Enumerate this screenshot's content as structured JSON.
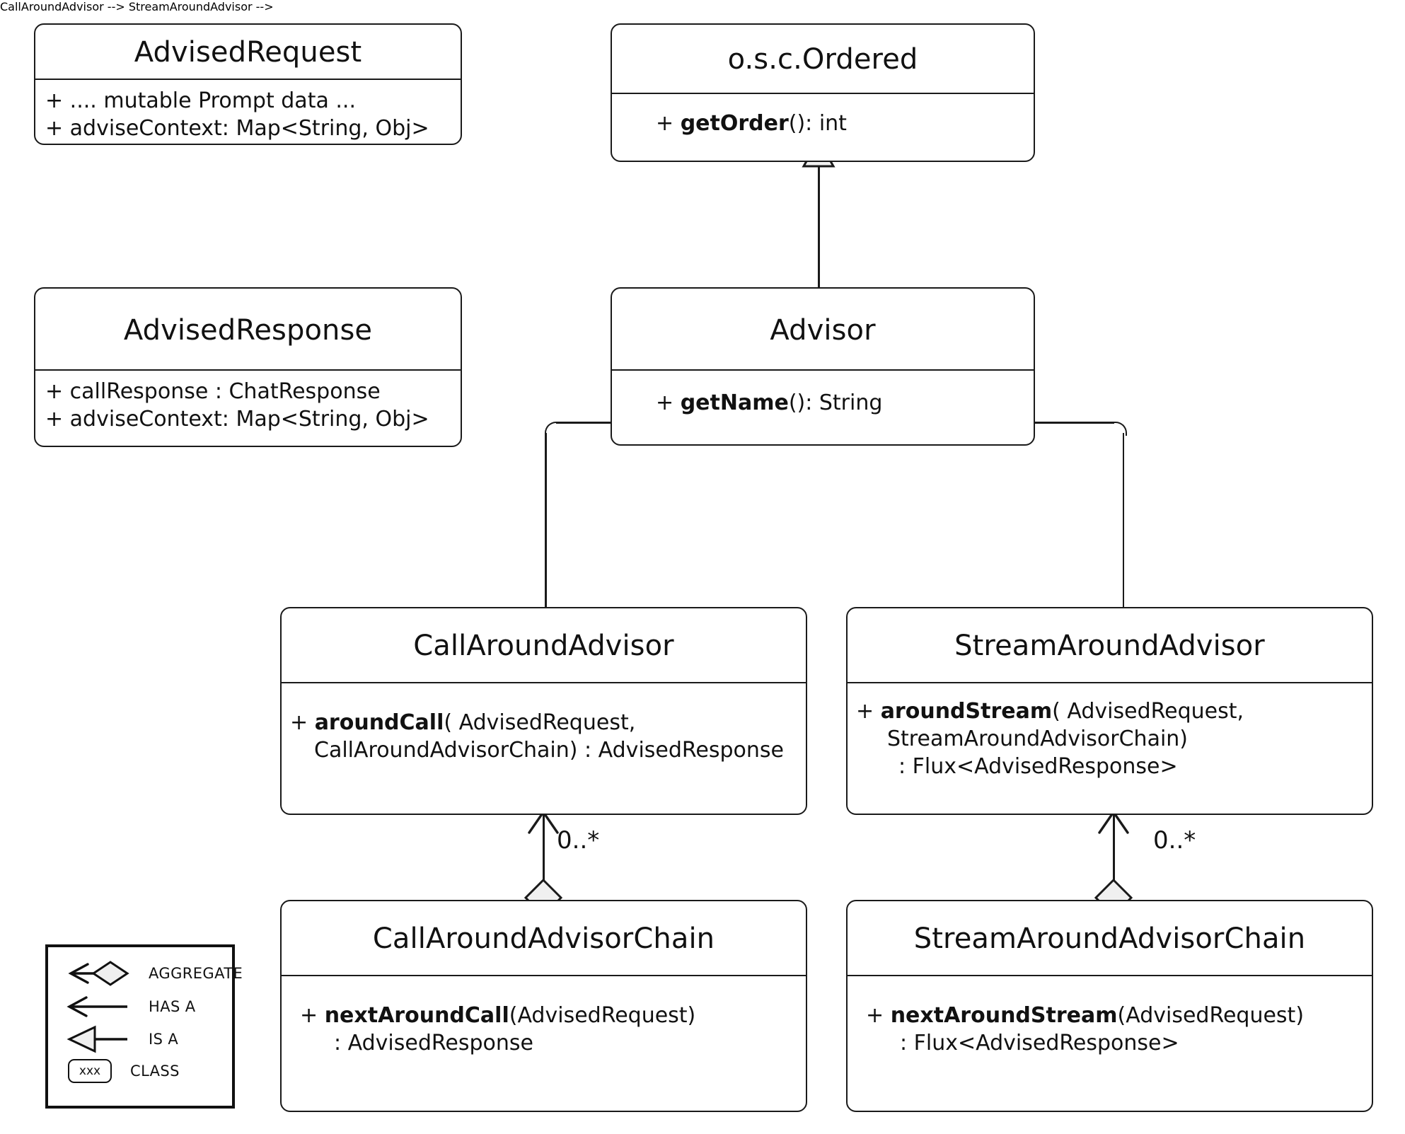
{
  "diagram": {
    "title": "Spring AI Advisor UML class diagram",
    "background_color": "#ffffff",
    "stroke_color": "#1a1a1a",
    "fill_color": "#ffffff",
    "shape_fill_color": "#f0f0f0"
  },
  "classes": [
    {
      "id": "advised-request",
      "name": "AdvisedRequest",
      "members": [
        {
          "text": "+ .... mutable Prompt data ...",
          "bold_prefix": ""
        },
        {
          "text": "+ adviseContext: Map<String, Obj>",
          "bold_prefix": ""
        }
      ]
    },
    {
      "id": "advised-response",
      "name": "AdvisedResponse",
      "members": [
        {
          "text": "+ callResponse : ChatResponse",
          "bold_prefix": ""
        },
        {
          "text": "+ adviseContext: Map<String, Obj>",
          "bold_prefix": ""
        }
      ]
    },
    {
      "id": "osc-ordered",
      "name": "o.s.c.Ordered",
      "members": [
        {
          "prefix": "+ ",
          "bold_prefix": "getOrder",
          "suffix": "(): int"
        }
      ]
    },
    {
      "id": "advisor",
      "name": "Advisor",
      "members": [
        {
          "prefix": "+ ",
          "bold_prefix": "getName",
          "suffix": "(): String"
        }
      ]
    },
    {
      "id": "call-around-advisor",
      "name": "CallAroundAdvisor",
      "members": [
        {
          "prefix": "+ ",
          "bold_prefix": "aroundCall",
          "suffix": "( AdvisedRequest,"
        },
        {
          "indent": "    ",
          "text": "CallAroundAdvisorChain) : AdvisedResponse"
        }
      ]
    },
    {
      "id": "stream-around-advisor",
      "name": "StreamAroundAdvisor",
      "members": [
        {
          "prefix": "+ ",
          "bold_prefix": "aroundStream",
          "suffix": "( AdvisedRequest,"
        },
        {
          "indent": "   ",
          "text": "StreamAroundAdvisorChain)"
        },
        {
          "indent": "     ",
          "text": ": Flux<AdvisedResponse>"
        }
      ]
    },
    {
      "id": "call-around-advisor-chain",
      "name": "CallAroundAdvisorChain",
      "members": [
        {
          "prefix": "+ ",
          "bold_prefix": "nextAroundCall",
          "suffix": "(AdvisedRequest)"
        },
        {
          "indent": "    ",
          "text": ": AdvisedResponse"
        }
      ]
    },
    {
      "id": "stream-around-advisor-chain",
      "name": "StreamAroundAdvisorChain",
      "members": [
        {
          "prefix": "+ ",
          "bold_prefix": "nextAroundStream",
          "suffix": "(AdvisedRequest)"
        },
        {
          "indent": "    ",
          "text": ": Flux<AdvisedResponse>"
        }
      ]
    }
  ],
  "relationships": [
    {
      "id": "advisor-isa-ordered",
      "type": "is-a",
      "from": "Advisor",
      "to": "o.s.c.Ordered",
      "multiplicity": ""
    },
    {
      "id": "callaroundadvisor-isa-advisor",
      "type": "is-a",
      "from": "CallAroundAdvisor",
      "to": "Advisor",
      "multiplicity": ""
    },
    {
      "id": "streamaroundadvisor-isa-advisor",
      "type": "is-a",
      "from": "StreamAroundAdvisor",
      "to": "Advisor",
      "multiplicity": ""
    },
    {
      "id": "callchain-aggregates-calladvisor",
      "type": "aggregate",
      "from": "CallAroundAdvisorChain",
      "to": "CallAroundAdvisor",
      "multiplicity": "0..*"
    },
    {
      "id": "streamchain-aggregates-streamadvisor",
      "type": "aggregate",
      "from": "StreamAroundAdvisorChain",
      "to": "StreamAroundAdvisor",
      "multiplicity": "0..*"
    }
  ],
  "multiplicity_labels": {
    "call_side": "0..*",
    "stream_side": "0..*"
  },
  "legend": {
    "rows": [
      {
        "icon": "aggregate-arrow-diamond-icon",
        "label": "AGGREGATE"
      },
      {
        "icon": "has-a-arrow-icon",
        "label": "HAS A"
      },
      {
        "icon": "is-a-triangle-arrow-icon",
        "label": "IS A"
      },
      {
        "icon": "class-box-icon",
        "label": "CLASS",
        "sample_text": "xxx"
      }
    ]
  }
}
